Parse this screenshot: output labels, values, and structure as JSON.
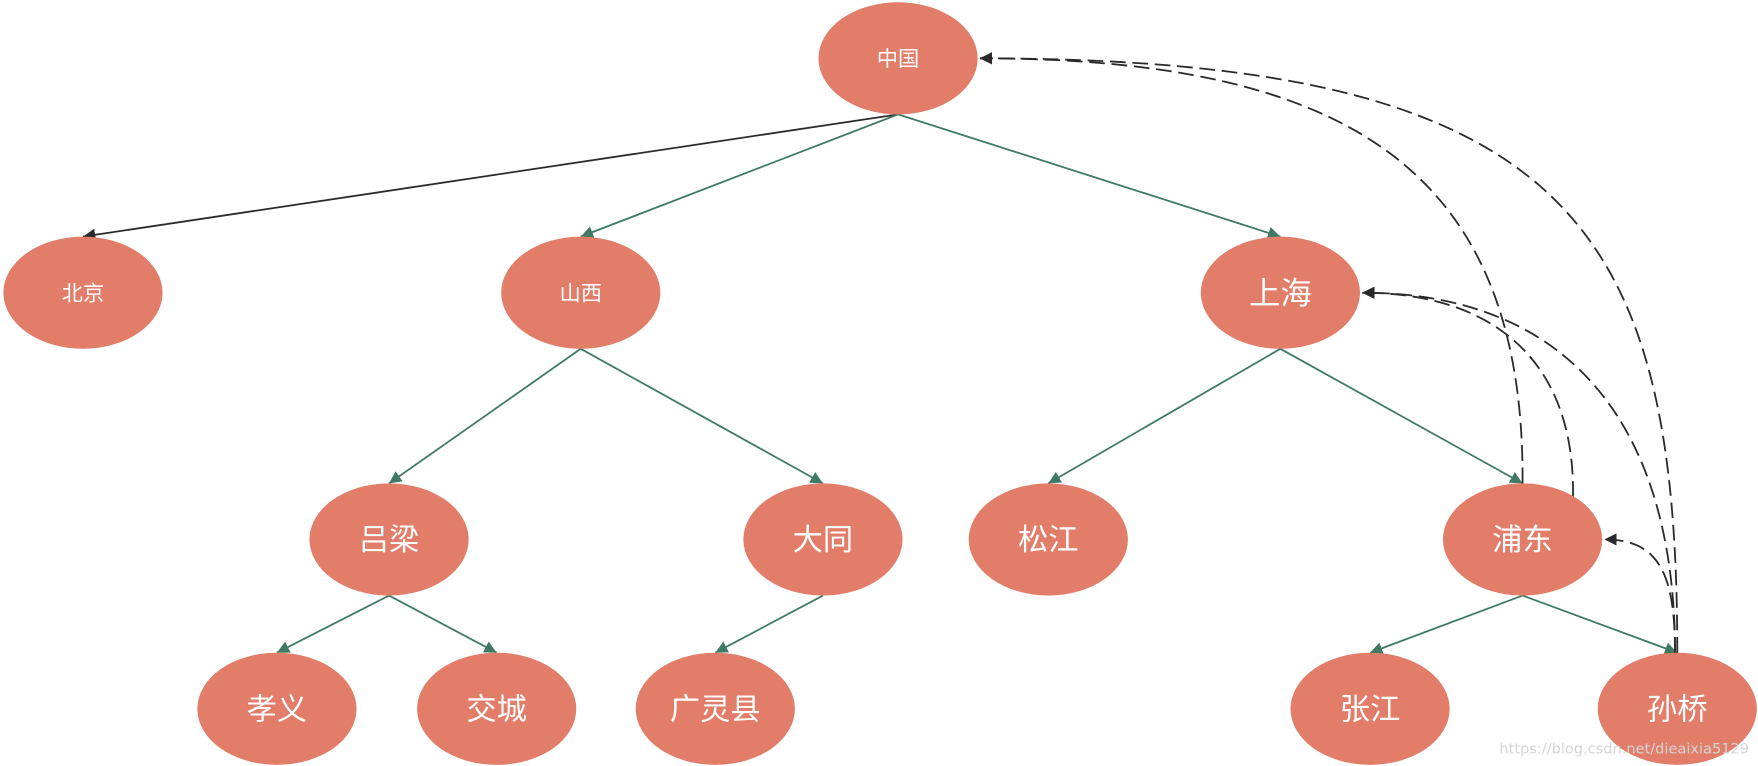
{
  "colors": {
    "node_fill": "#e27d69",
    "node_text": "#ffffff",
    "edge": "#3f7a65",
    "link": "#2a2a2a"
  },
  "nodes": [
    {
      "label": "中国"
    },
    {
      "label": "北京"
    },
    {
      "label": "山西"
    },
    {
      "label": "上海"
    },
    {
      "label": "吕梁"
    },
    {
      "label": "大同"
    },
    {
      "label": "松江"
    },
    {
      "label": "浦东"
    },
    {
      "label": "孝义"
    },
    {
      "label": "交城"
    },
    {
      "label": "广灵县"
    },
    {
      "label": "张江"
    },
    {
      "label": "孙桥"
    }
  ],
  "edges": [
    {
      "from": 0,
      "to": 1,
      "color": "#2b2b2b"
    },
    {
      "from": 0,
      "to": 2
    },
    {
      "from": 0,
      "to": 3
    },
    {
      "from": 2,
      "to": 4
    },
    {
      "from": 2,
      "to": 5
    },
    {
      "from": 3,
      "to": 6
    },
    {
      "from": 3,
      "to": 7
    },
    {
      "from": 4,
      "to": 8
    },
    {
      "from": 4,
      "to": 9
    },
    {
      "from": 5,
      "to": 10
    },
    {
      "from": 7,
      "to": 11
    },
    {
      "from": 7,
      "to": 12
    }
  ],
  "links": [
    {
      "from": 7,
      "to": 0
    },
    {
      "from": 7,
      "to": 3
    },
    {
      "from": 12,
      "to": 0
    },
    {
      "from": 12,
      "to": 3
    },
    {
      "from": 12,
      "to": 7
    }
  ],
  "watermark": "https://blog.csdn.net/dieaixia5129"
}
